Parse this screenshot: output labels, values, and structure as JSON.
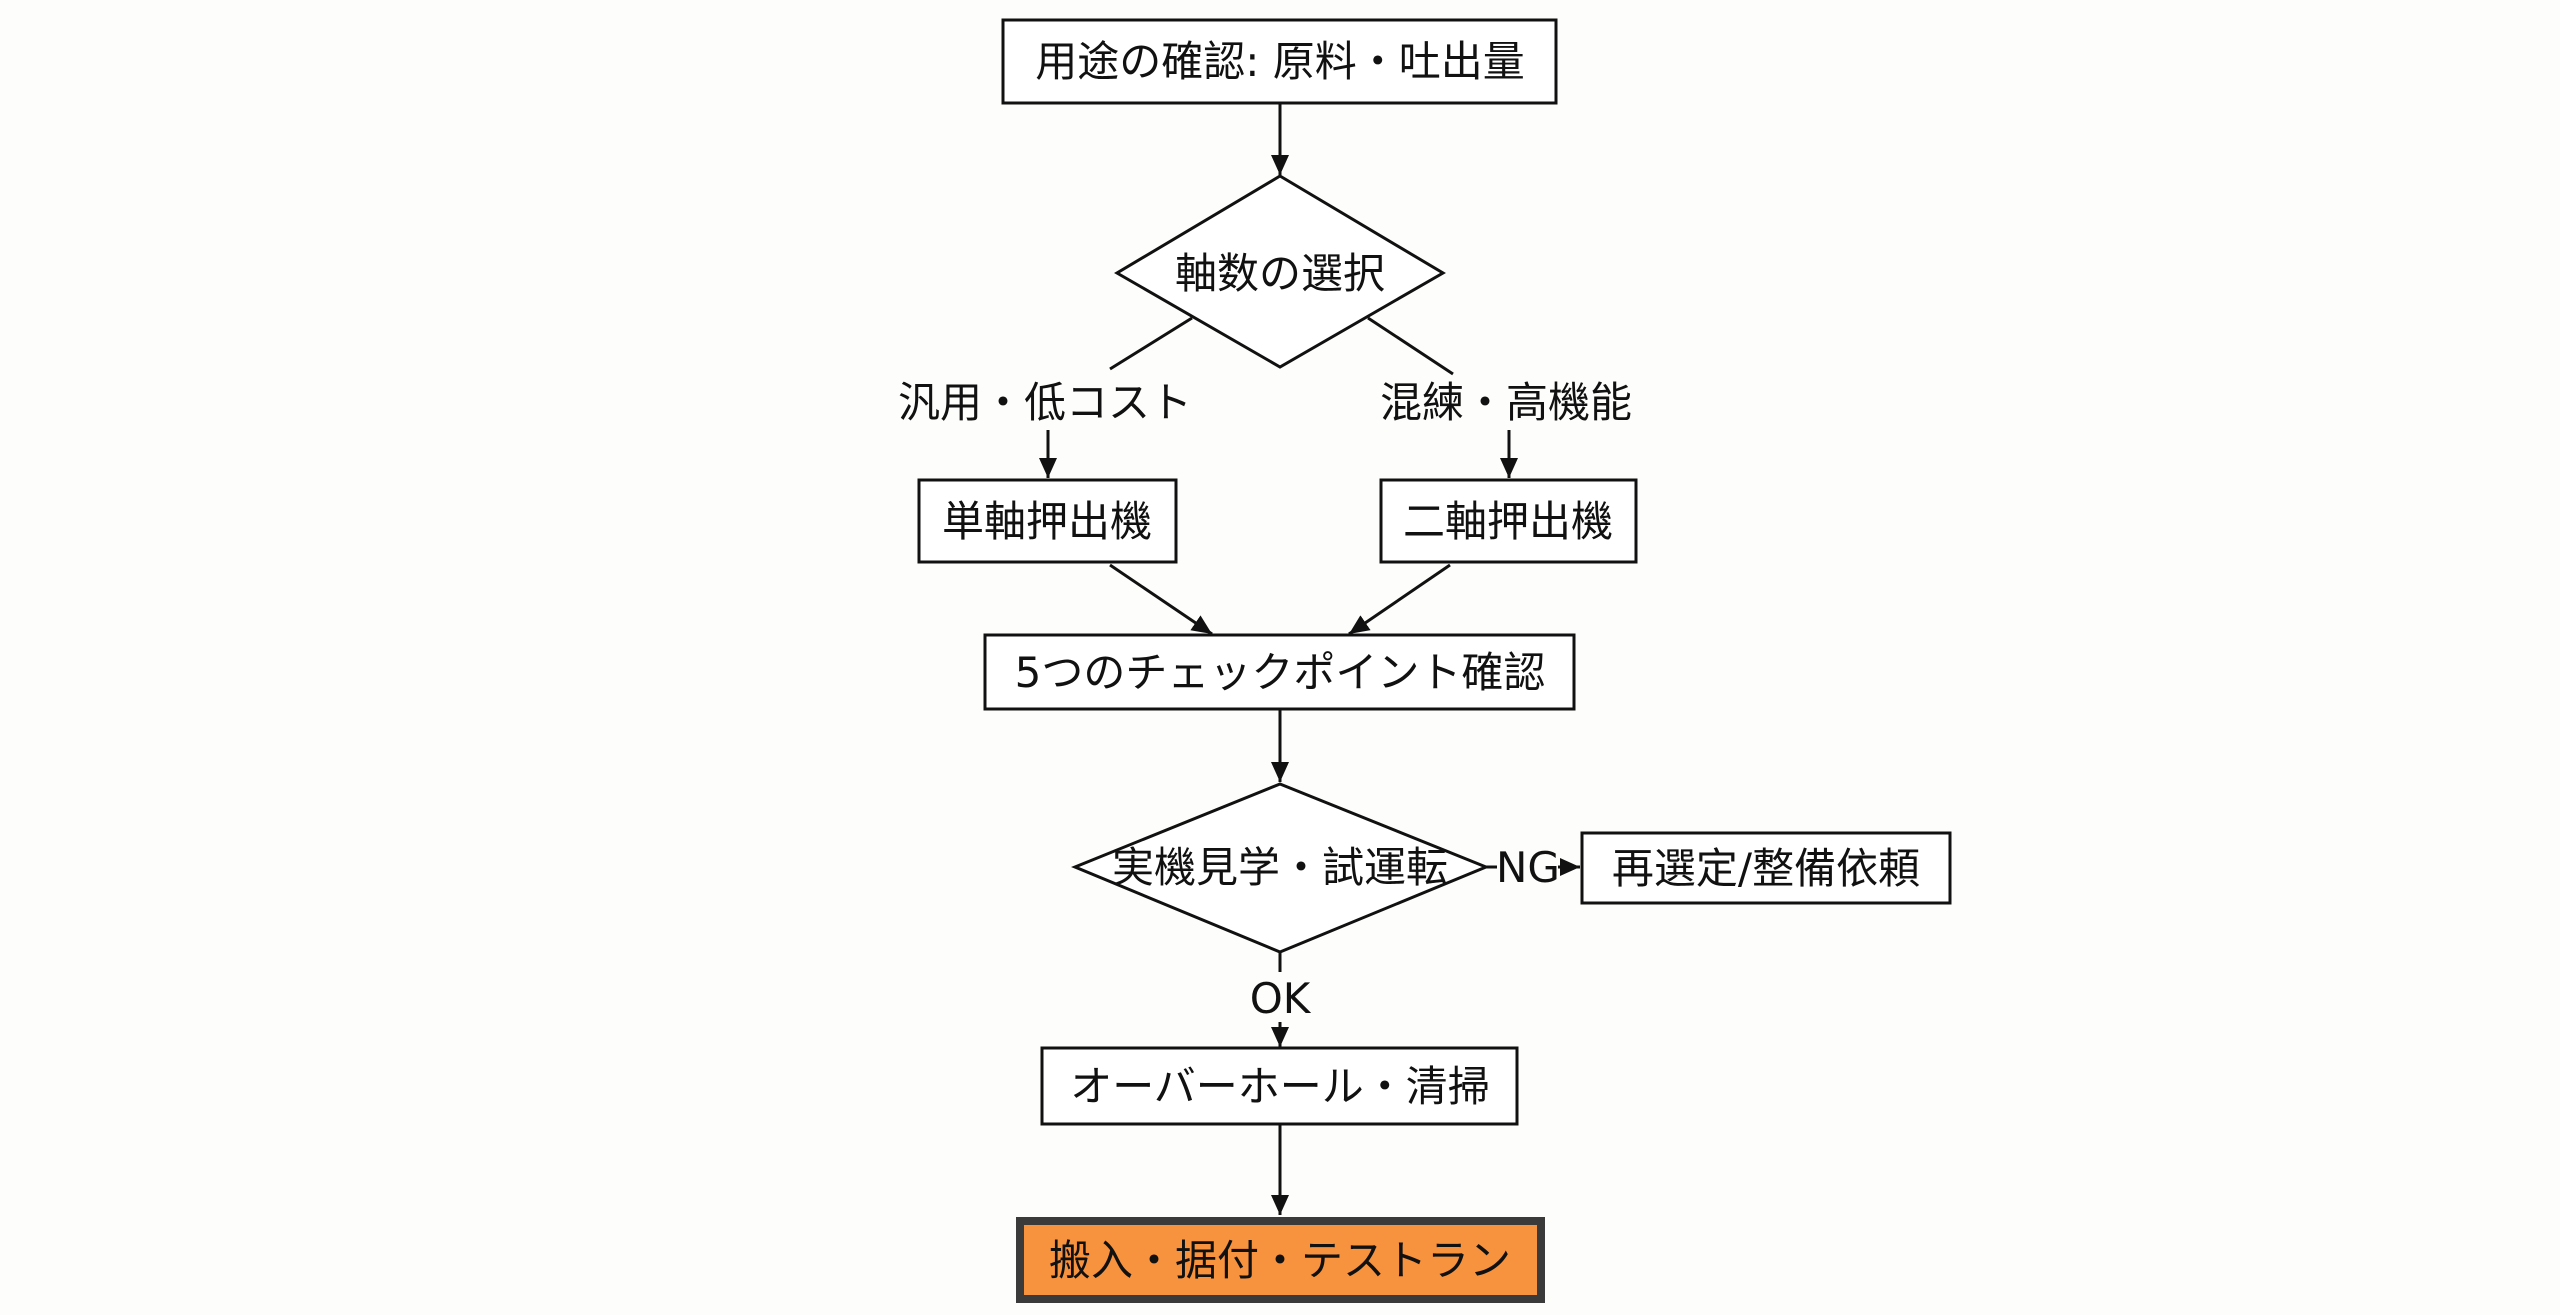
{
  "flowchart": {
    "start": "用途の確認: 原料・吐出量",
    "decision_axes": "軸数の選択",
    "branch_left_label": "汎用・低コスト",
    "branch_right_label": "混練・高機能",
    "single_screw": "単軸押出機",
    "twin_screw": "二軸押出機",
    "checkpoints": "5つのチェックポイント確認",
    "decision_trial": "実機見学・試運転",
    "ng_label": "NG",
    "ng_result": "再選定/整備依頼",
    "ok_label": "OK",
    "overhaul": "オーバーホール・清掃",
    "final": "搬入・据付・テストラン"
  },
  "colors": {
    "final_fill": "#f7923f",
    "final_border": "#3a3a3a"
  }
}
